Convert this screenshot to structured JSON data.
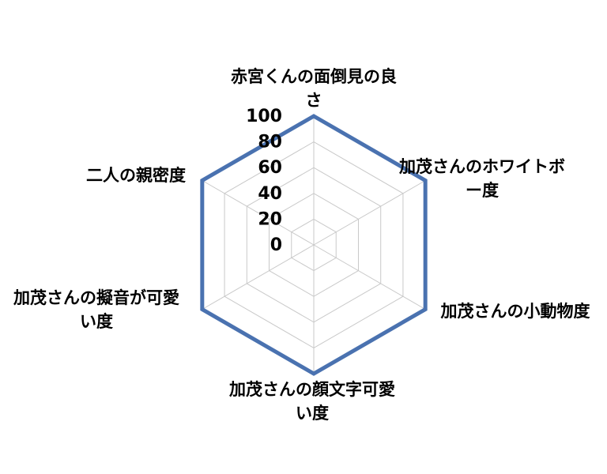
{
  "chart_data": {
    "type": "radar",
    "title": "",
    "categories": [
      "赤宮くんの面倒見の良さ",
      "加茂さんのホワイトボー度",
      "加茂さんの小動物度",
      "加茂さんの顔文字可愛い度",
      "加茂さんの擬音が可愛い度",
      "二人の親密度"
    ],
    "series": [
      {
        "values": [
          100,
          100,
          100,
          100,
          100,
          100
        ],
        "color": "#4a72b0"
      }
    ],
    "rlim": [
      0,
      100
    ],
    "ticks": [
      "0",
      "20",
      "40",
      "60",
      "80",
      "100"
    ],
    "grid": true,
    "legend": "none"
  }
}
